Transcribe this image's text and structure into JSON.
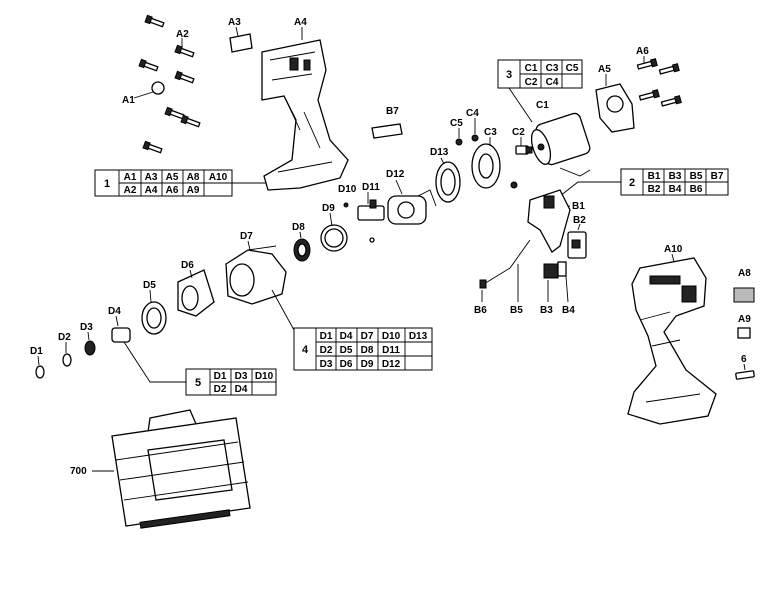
{
  "labels": {
    "A1": "A1",
    "A2": "A2",
    "A3": "A3",
    "A4": "A4",
    "A5": "A5",
    "A6": "A6",
    "A8": "A8",
    "A9": "A9",
    "A10": "A10",
    "B1": "B1",
    "B2": "B2",
    "B3": "B3",
    "B4": "B4",
    "B5": "B5",
    "B6": "B6",
    "B7": "B7",
    "C1": "C1",
    "C2": "C2",
    "C3": "C3",
    "C4": "C4",
    "C5": "C5",
    "D1": "D1",
    "D2": "D2",
    "D3": "D3",
    "D4": "D4",
    "D5": "D5",
    "D6": "D6",
    "D7": "D7",
    "D8": "D8",
    "D9": "D9",
    "D10": "D10",
    "D11": "D11",
    "D12": "D12",
    "D13": "D13",
    "six": "6",
    "seven_hundred": "700"
  },
  "groups": {
    "g1": {
      "num": "1",
      "rows": [
        [
          "A1",
          "A3",
          "A5",
          "A8",
          "A10"
        ],
        [
          "A2",
          "A4",
          "A6",
          "A9",
          ""
        ]
      ]
    },
    "g2": {
      "num": "2",
      "rows": [
        [
          "B1",
          "B3",
          "B5",
          "B7"
        ],
        [
          "B2",
          "B4",
          "B6",
          ""
        ]
      ]
    },
    "g3": {
      "num": "3",
      "rows": [
        [
          "C1",
          "C3",
          "C5"
        ],
        [
          "C2",
          "C4",
          ""
        ]
      ]
    },
    "g4": {
      "num": "4",
      "rows": [
        [
          "D1",
          "D4",
          "D7",
          "D10",
          "D13"
        ],
        [
          "D2",
          "D5",
          "D8",
          "D11",
          ""
        ],
        [
          "D3",
          "D6",
          "D9",
          "D12",
          ""
        ]
      ]
    },
    "g5": {
      "num": "5",
      "rows": [
        [
          "D1",
          "D3",
          "D10"
        ],
        [
          "D2",
          "D4",
          ""
        ]
      ]
    }
  }
}
